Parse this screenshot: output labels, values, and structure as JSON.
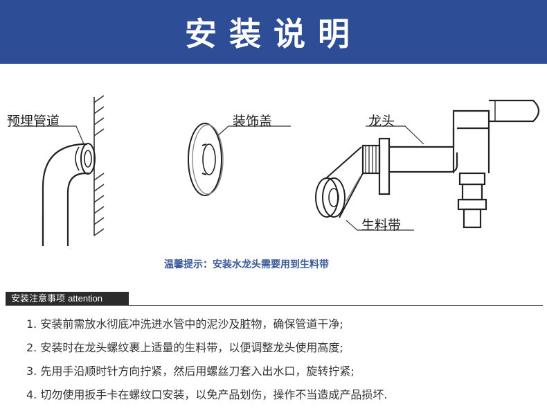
{
  "header": {
    "title": "安装说明"
  },
  "diagram": {
    "labels": {
      "pipe": "预埋管道",
      "cover": "装饰盖",
      "faucet": "龙头",
      "tape": "生料带"
    },
    "tip": "温馨提示：安装水龙头需要用到生料带"
  },
  "notice": {
    "title": "安装注意事项",
    "title_en": "attention",
    "items": [
      "1. 安装前需放水彻底冲洗进水管中的泥沙及脏物，确保管道干净;",
      "2. 安装时在龙头螺纹裹上适量的生料带，以便调整龙头使用高度;",
      "3. 先用手沿顺时针方向拧紧，然后用螺丝刀套入出水口，旋转拧紧;",
      "4. 切勿使用扳手卡在螺纹口安装，以免产品划伤，操作不当造成产品损坏."
    ]
  },
  "colors": {
    "header_bg": "#2d4e96",
    "tip": "#3a5a9a"
  }
}
